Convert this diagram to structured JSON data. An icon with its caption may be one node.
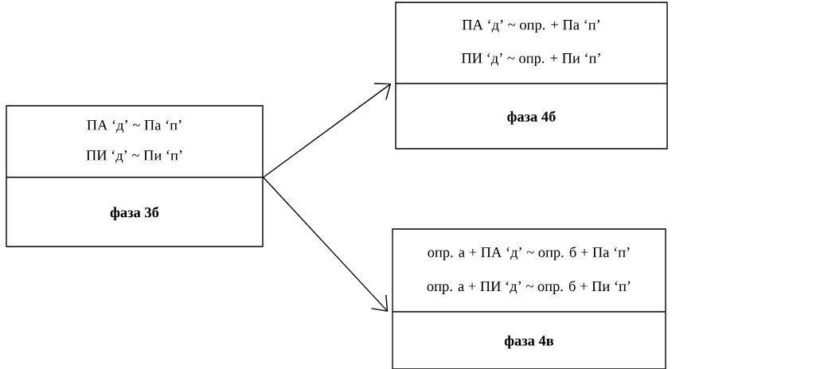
{
  "diagram": {
    "nodes": [
      {
        "text": [
          "ПА ‘д’ ~ Па ‘п’",
          "ПИ ‘д’ ~ Пи ‘п’",
          "фаза 3б"
        ]
      },
      {
        "text": [
          "ПА ‘д’ ~ опр. + Па ‘п’",
          "ПИ ‘д’ ~ опр. + Пи ‘п’",
          "фаза 4б"
        ]
      },
      {
        "text": [
          "опр. а + ПА ‘д’ ~ опр. б + Па ‘п’",
          "опр. а + ПИ ‘д’ ~ опр. б + Пи ‘п’",
          "фаза 4в"
        ]
      }
    ],
    "edges": [
      {
        "from": 0,
        "to": 1,
        "arrow": "to"
      },
      {
        "from": 0,
        "to": 2,
        "arrow": "to"
      }
    ]
  }
}
